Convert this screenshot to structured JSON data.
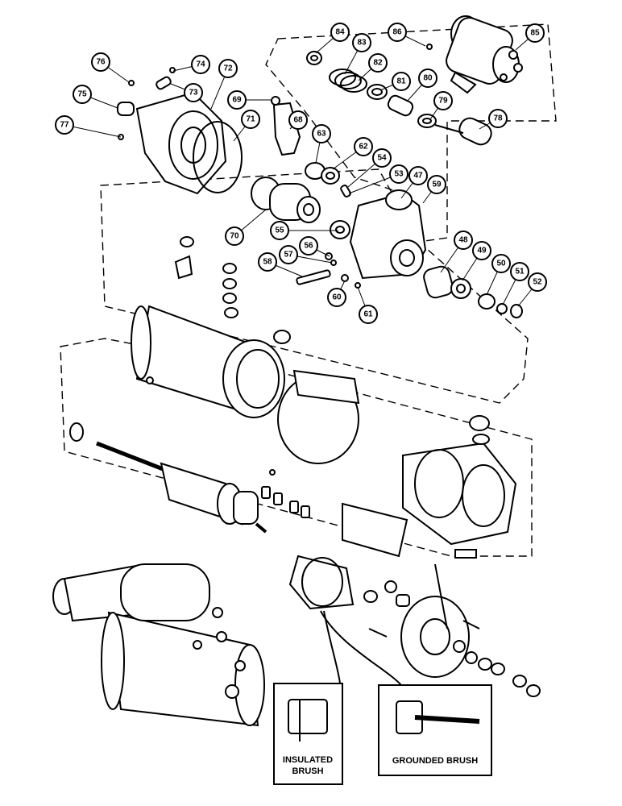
{
  "callouts": [
    {
      "id": "84"
    },
    {
      "id": "83"
    },
    {
      "id": "86"
    },
    {
      "id": "85"
    },
    {
      "id": "82"
    },
    {
      "id": "81"
    },
    {
      "id": "80"
    },
    {
      "id": "79"
    },
    {
      "id": "78"
    },
    {
      "id": "76"
    },
    {
      "id": "74"
    },
    {
      "id": "72"
    },
    {
      "id": "73"
    },
    {
      "id": "75"
    },
    {
      "id": "69"
    },
    {
      "id": "71"
    },
    {
      "id": "68"
    },
    {
      "id": "77"
    },
    {
      "id": "63"
    },
    {
      "id": "62"
    },
    {
      "id": "54"
    },
    {
      "id": "53"
    },
    {
      "id": "47"
    },
    {
      "id": "59"
    },
    {
      "id": "70"
    },
    {
      "id": "55"
    },
    {
      "id": "56"
    },
    {
      "id": "57"
    },
    {
      "id": "58"
    },
    {
      "id": "48"
    },
    {
      "id": "49"
    },
    {
      "id": "50"
    },
    {
      "id": "51"
    },
    {
      "id": "52"
    },
    {
      "id": "60"
    },
    {
      "id": "61"
    }
  ],
  "insets": {
    "insulated_label_line1": "INSULATED",
    "insulated_label_line2": "BRUSH",
    "grounded_label": "GROUNDED BRUSH"
  }
}
